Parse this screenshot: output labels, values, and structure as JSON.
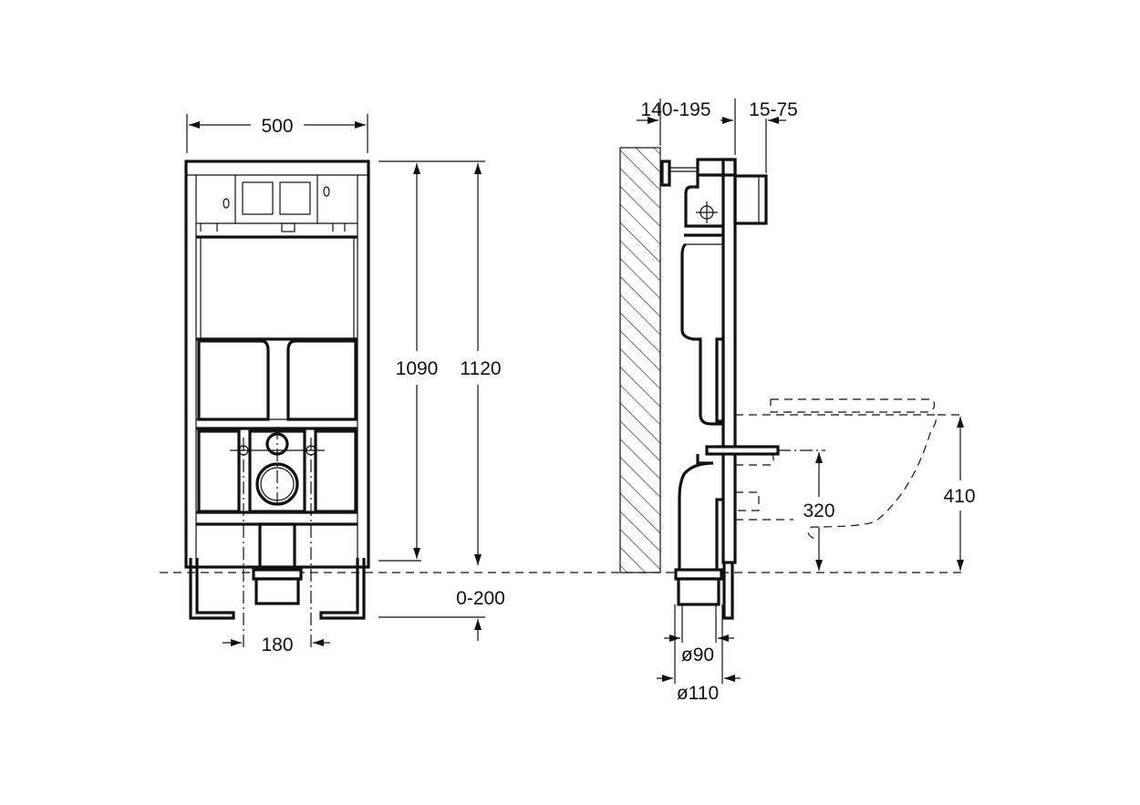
{
  "front_view": {
    "width_label": "500",
    "height_frame_label": "1090",
    "height_total_label": "1120",
    "leg_adjust_label": "0-200",
    "outlet_spacing_label": "180"
  },
  "side_view": {
    "wall_distance_label": "140-195",
    "panel_depth_label": "15-75",
    "outlet_height_label": "320",
    "bowl_height_label": "410",
    "pipe_inner_label": "ø90",
    "pipe_outer_label": "ø110"
  },
  "colors": {
    "line": "#111111",
    "background": "#ffffff"
  }
}
